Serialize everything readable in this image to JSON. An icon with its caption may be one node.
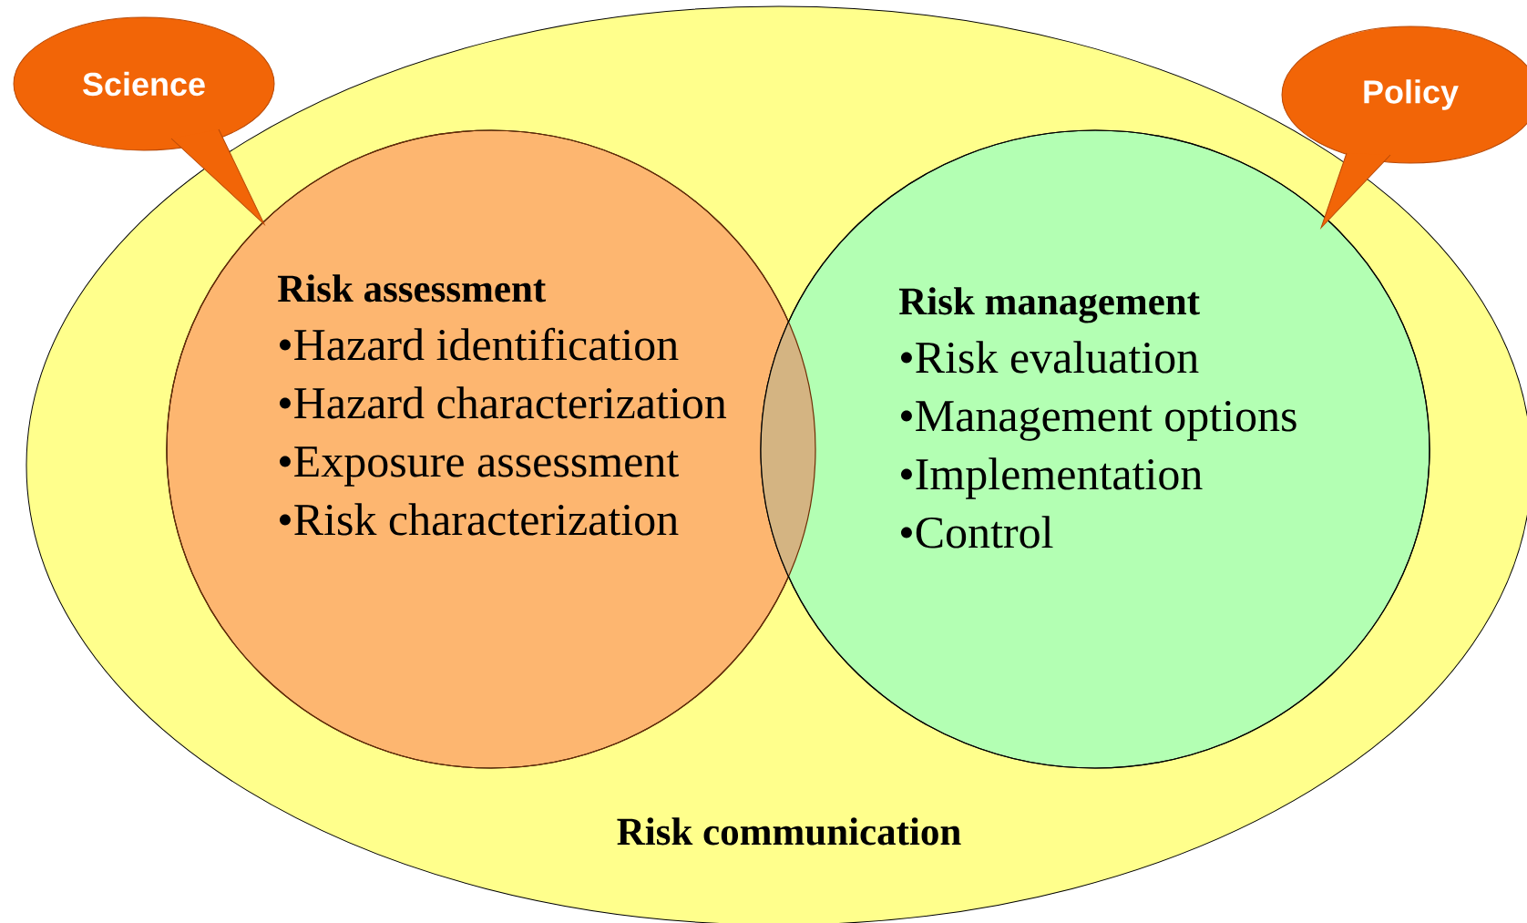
{
  "diagram": {
    "nodes": [
      {
        "text": [
          "Risk communication"
        ]
      },
      {
        "text": [
          "Risk assessment",
          "•Hazard identification",
          "•Hazard characterization",
          "•Exposure assessment",
          "•Risk characterization"
        ],
        "in": 0
      },
      {
        "text": [
          "Risk management",
          "•Risk evaluation",
          "•Management options",
          "•Implementation",
          "•Control"
        ],
        "in": 0
      },
      {
        "text": [
          "Science"
        ]
      },
      {
        "text": [
          "Policy"
        ]
      }
    ]
  }
}
